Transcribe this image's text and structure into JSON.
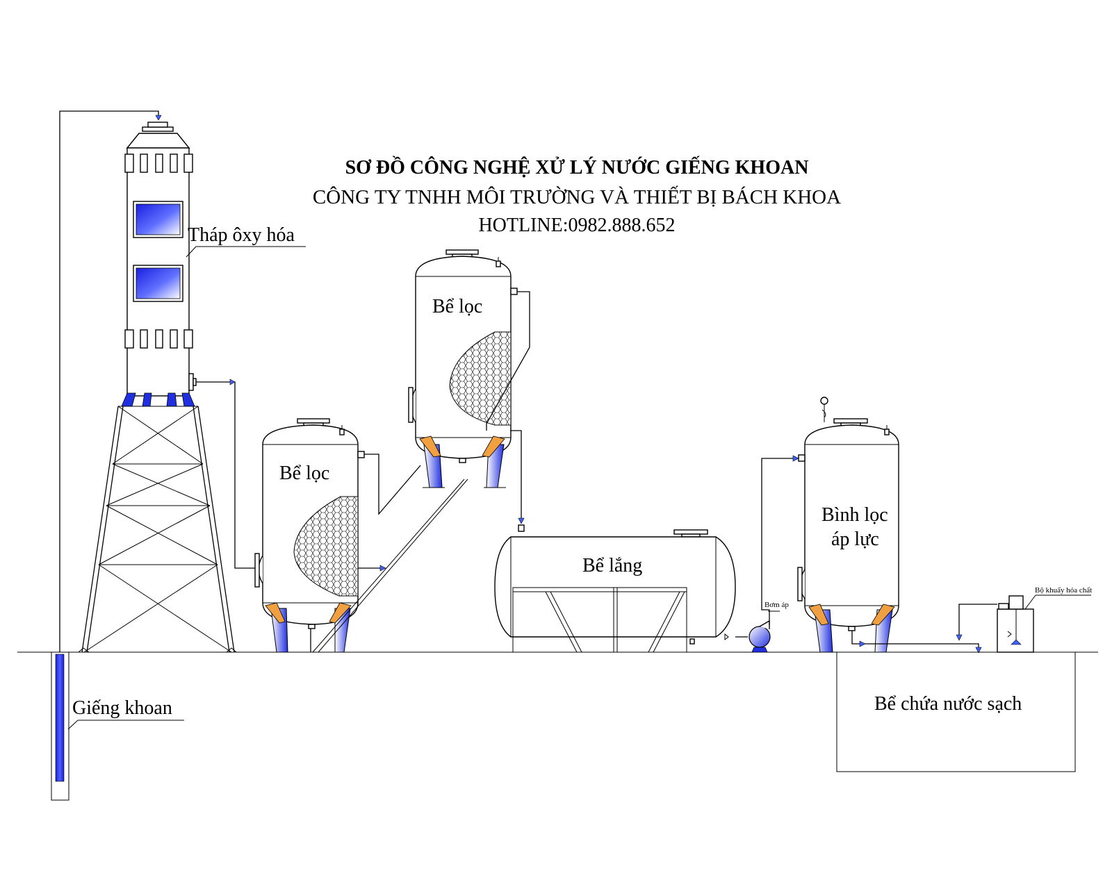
{
  "title": {
    "line1": "SƠ ĐỒ CÔNG NGHỆ XỬ LÝ NƯỚC GIẾNG KHOAN",
    "line2": "CÔNG TY TNHH MÔI TRƯỜNG VÀ THIẾT BỊ BÁCH KHOA",
    "line3": "HOTLINE:0982.888.652"
  },
  "labels": {
    "tower": "Tháp ôxy hóa",
    "well": "Giếng khoan",
    "filter1": "Bể lọc",
    "filter2": "Bể lọc",
    "settling": "Bể lắng",
    "pressure_line1": "Bình lọc",
    "pressure_line2": "áp lực",
    "pump": "Bơm áp",
    "mixer": "Bộ khuấy hóa chất",
    "clean_tank": "Bể chứa nước sạch"
  },
  "colors": {
    "blue_fill": "#2030e0",
    "orange_bracket": "#f0a040",
    "arrow_blue": "#4060ff"
  }
}
